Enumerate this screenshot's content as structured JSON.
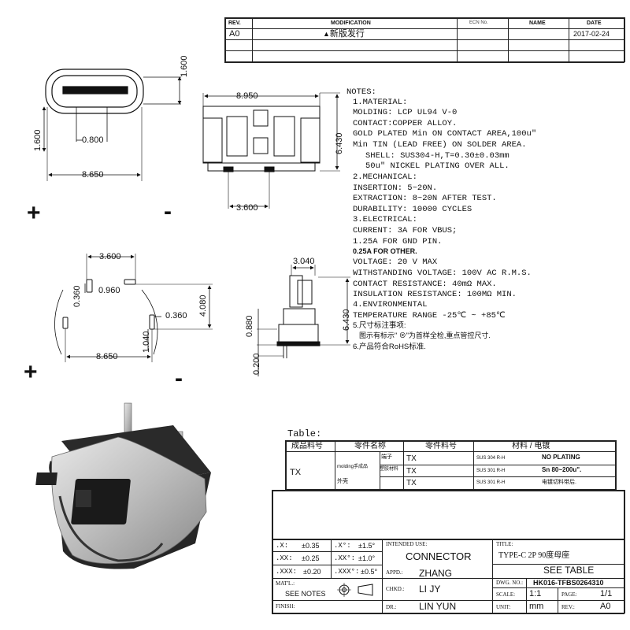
{
  "revision_table": {
    "headers": {
      "rev": "REV.",
      "modification": "MODIFICATION",
      "ecn": "ECN No.",
      "name": "NAME",
      "date": "DATE"
    },
    "rows": [
      {
        "rev": "A0",
        "modification": "新版发行",
        "ecn": "",
        "name": "",
        "date": "2017-02-24"
      }
    ]
  },
  "dimensions": {
    "front_height": "1.600",
    "front_left_height": "1.600",
    "front_pin_gap": "0.800",
    "front_width": "8.650",
    "top_width": "8.950",
    "top_height": "6.430",
    "top_pin_span": "3.600",
    "pcb_top_span": "3.600",
    "pcb_pad_w": "0.360",
    "pcb_pad_len": "0.960",
    "pcb_hole_w": "0.360",
    "pcb_height": "4.080",
    "pcb_hole_len": "1.040",
    "pcb_width": "8.650",
    "side_width": "3.040",
    "side_height": "6.430",
    "side_pin": "0.880",
    "side_base": "0.200",
    "plus": "+",
    "minus": "-"
  },
  "notes": {
    "heading": "NOTES:",
    "lines": [
      "1.MATERIAL:",
      "   MOLDING: LCP UL94 V-0",
      "   CONTACT:COPPER ALLOY.",
      "   GOLD PLATED Min ON CONTACT AREA,100u\"",
      "   Min TIN (LEAD FREE) ON SOLDER AREA.",
      "SHELL: SUS304-H,T=0.30±0.03mm",
      "       50u\" NICKEL PLATING OVER ALL.",
      "2.MECHANICAL:",
      "   INSERTION: 5~20N.",
      "   EXTRACTION: 8~20N AFTER TEST.",
      "   DURABILITY: 10000 CYCLES",
      "3.ELECTRICAL:",
      "   CURRENT: 3A FOR VBUS;",
      "            1.25A FOR GND PIN.",
      "           0.25A FOR OTHER.",
      "   VOLTAGE: 20 V MAX",
      "   WITHSTANDING VOLTAGE: 100V AC R.M.S.",
      "   CONTACT RESISTANCE: 40mΩ MAX.",
      "   INSULATION RESISTANCE: 100MΩ MIN.",
      "4.ENVIRONMENTAL",
      "   TEMPERATURE RANGE -25℃ ~ +85℃",
      "5.尺寸标注事项:",
      "  图示有标示\" ⊗\"为首样全检,重点管控尺寸.",
      "6.产品符合RoHS标准."
    ]
  },
  "parts_table": {
    "caption": "Table:",
    "headers": [
      "成品料号",
      "零件名称",
      "零件料号",
      "材料 / 电镀"
    ],
    "product": "TX",
    "group_label": "molding手成品",
    "rows": [
      {
        "name": "端子",
        "sub": "",
        "part": "TX",
        "material": "SUS 304 R-H",
        "plating": "NO PLATING"
      },
      {
        "name": "",
        "sub": "塑胶材料",
        "part": "TX",
        "material": "SUS 301 R-H",
        "plating": "Sn 80~200u\"."
      },
      {
        "name": "外壳",
        "sub": "",
        "part": "TX",
        "material": "SUS 301 R-H",
        "plating": "电镀切料带后."
      }
    ]
  },
  "title_block": {
    "tol": [
      [
        ".X:",
        "±0.35",
        ".X°:",
        "±1.5°"
      ],
      [
        ".XX:",
        "±0.25",
        ".XX°:",
        "±1.0°"
      ],
      [
        ".XXX:",
        "±0.20",
        ".XXX°:",
        "±0.5°"
      ]
    ],
    "mat_label": "MAT'L.:",
    "mat_value": "SEE NOTES",
    "finish_label": "FINISH:",
    "intended_label": "INTENDED USE:",
    "intended_value": "CONNECTOR",
    "appd_label": "APPD.:",
    "appd_value": "ZHANG",
    "chkd_label": "CHKD.:",
    "chkd_value": "LI JY",
    "dr_label": "DR.:",
    "dr_value": "LIN YUN",
    "title_label": "TITLE:",
    "title_value": "TYPE-C 2P 90度母座",
    "see_table": "SEE TABLE",
    "dwg_label": "DWG. NO.:",
    "dwg_value": "HK016-TFBS0264310",
    "scale_label": "SCALE:",
    "scale_value": "1:1",
    "page_label": "PAGE:",
    "page_value": "1/1",
    "unit_label": "UNIT:",
    "unit_value": "mm",
    "rev_label": "REV.:",
    "rev_value": "A0"
  }
}
